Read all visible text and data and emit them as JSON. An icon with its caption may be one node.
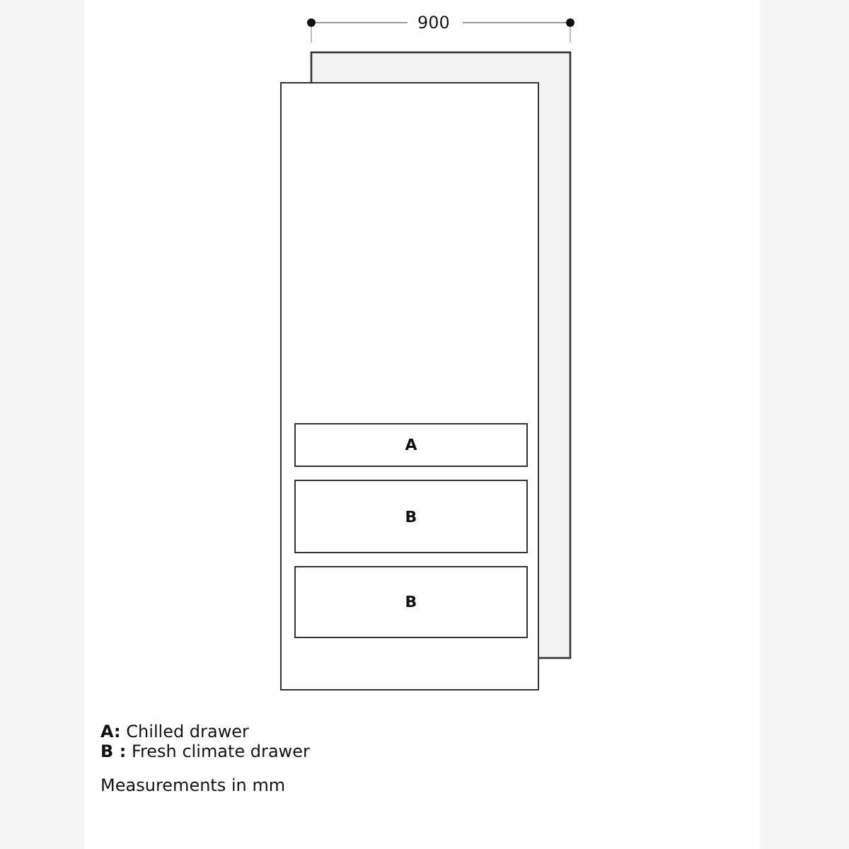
{
  "diagram": {
    "nodes": [
      {
        "text": [],
        "shape": "box"
      },
      {
        "text": [
          "A"
        ],
        "in": 0
      },
      {
        "text": [
          "B"
        ],
        "in": 0
      },
      {
        "text": [
          "B"
        ],
        "in": 0
      }
    ],
    "edges": [],
    "labels": [
      "900",
      "**A:** Chilled drawer",
      "**B :** Fresh climate drawer",
      "Measurements in mm"
    ]
  }
}
